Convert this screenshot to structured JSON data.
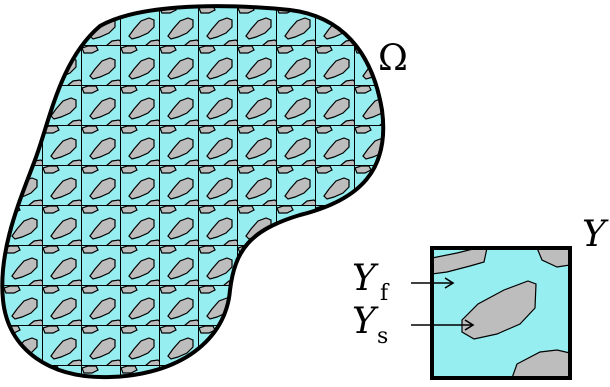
{
  "diagram": {
    "domain_label": "Ω",
    "cell_label": "Y",
    "fluid_label": {
      "main": "Y",
      "sub": "f"
    },
    "solid_label": {
      "main": "Y",
      "sub": "s"
    }
  },
  "colors": {
    "fluid": "#96eef0",
    "solid": "#bdbdbd",
    "stroke": "#000000",
    "background": "#ffffff"
  }
}
